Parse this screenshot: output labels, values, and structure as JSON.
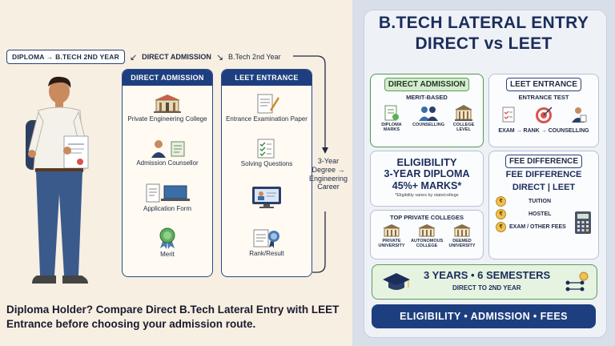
{
  "left": {
    "route_pill": "DIPLOMA → B.TECH 2ND YEAR",
    "route_direct": "DIRECT ADMISSION",
    "route_next": "B.Tech 2nd Year",
    "direct_column": {
      "heading": "DIRECT ADMISSION",
      "items": [
        {
          "label": "Private Engineering College",
          "icon": "college-building-icon"
        },
        {
          "label": "Admission Counsellor",
          "icon": "counsellor-icon"
        },
        {
          "label": "Application Form",
          "icon": "application-form-icon"
        },
        {
          "label": "Merit",
          "icon": "merit-badge-icon"
        }
      ]
    },
    "leet_column": {
      "heading": "LEET ENTRANCE",
      "items": [
        {
          "label": "Entrance Examination Paper",
          "icon": "exam-paper-icon"
        },
        {
          "label": "Solving Questions",
          "icon": "checklist-icon"
        },
        {
          "label": "",
          "icon": "computer-screen-icon"
        },
        {
          "label": "Rank/Result",
          "icon": "rank-certificate-icon"
        }
      ]
    },
    "career_text": "3-Year Degree → Engineering Career",
    "caption": "Diploma Holder? Compare Direct B.Tech Lateral Entry with LEET Entrance before choosing your admission route."
  },
  "right": {
    "title_line1": "B.TECH LATERAL ENTRY",
    "title_line2": "DIRECT vs LEET",
    "direct_box": {
      "tag": "DIRECT ADMISSION",
      "subtitle": "MERIT-BASED",
      "icons": [
        {
          "caption": "DIPLOMA MARKS",
          "icon": "diploma-marks-icon"
        },
        {
          "caption": "COUNSELLING",
          "icon": "counselling-icon"
        },
        {
          "caption": "COLLEGE LEVEL",
          "icon": "college-icon"
        }
      ]
    },
    "leet_box": {
      "tag": "LEET ENTRANCE",
      "subtitle": "ENTRANCE TEST",
      "flow": "EXAM → RANK → COUNSELLING"
    },
    "eligibility": {
      "title": "ELIGIBILITY",
      "line1": "3-YEAR DIPLOMA",
      "line2": "45%+ MARKS*",
      "note": "*Eligibility varies by state/college"
    },
    "fee": {
      "tag": "FEE DIFFERENCE",
      "title": "FEE DIFFERENCE",
      "compare": "DIRECT | LEET",
      "rows": [
        "TUITION",
        "HOSTEL",
        "EXAM / OTHER FEES"
      ]
    },
    "colleges": {
      "title": "TOP PRIVATE COLLEGES",
      "items": [
        "PRIVATE UNIVERSITY",
        "AUTONOMOUS COLLEGE",
        "DEEMED UNIVERSITY"
      ]
    },
    "duration": {
      "main": "3 YEARS • 6 SEMESTERS",
      "sub": "DIRECT TO 2ND YEAR"
    },
    "footer": "ELIGIBILITY • ADMISSION • FEES"
  },
  "colors": {
    "navy": "#1e3f7f",
    "green": "#5b9e55",
    "cream": "#f7efe2",
    "panel": "#d9dfe8"
  }
}
